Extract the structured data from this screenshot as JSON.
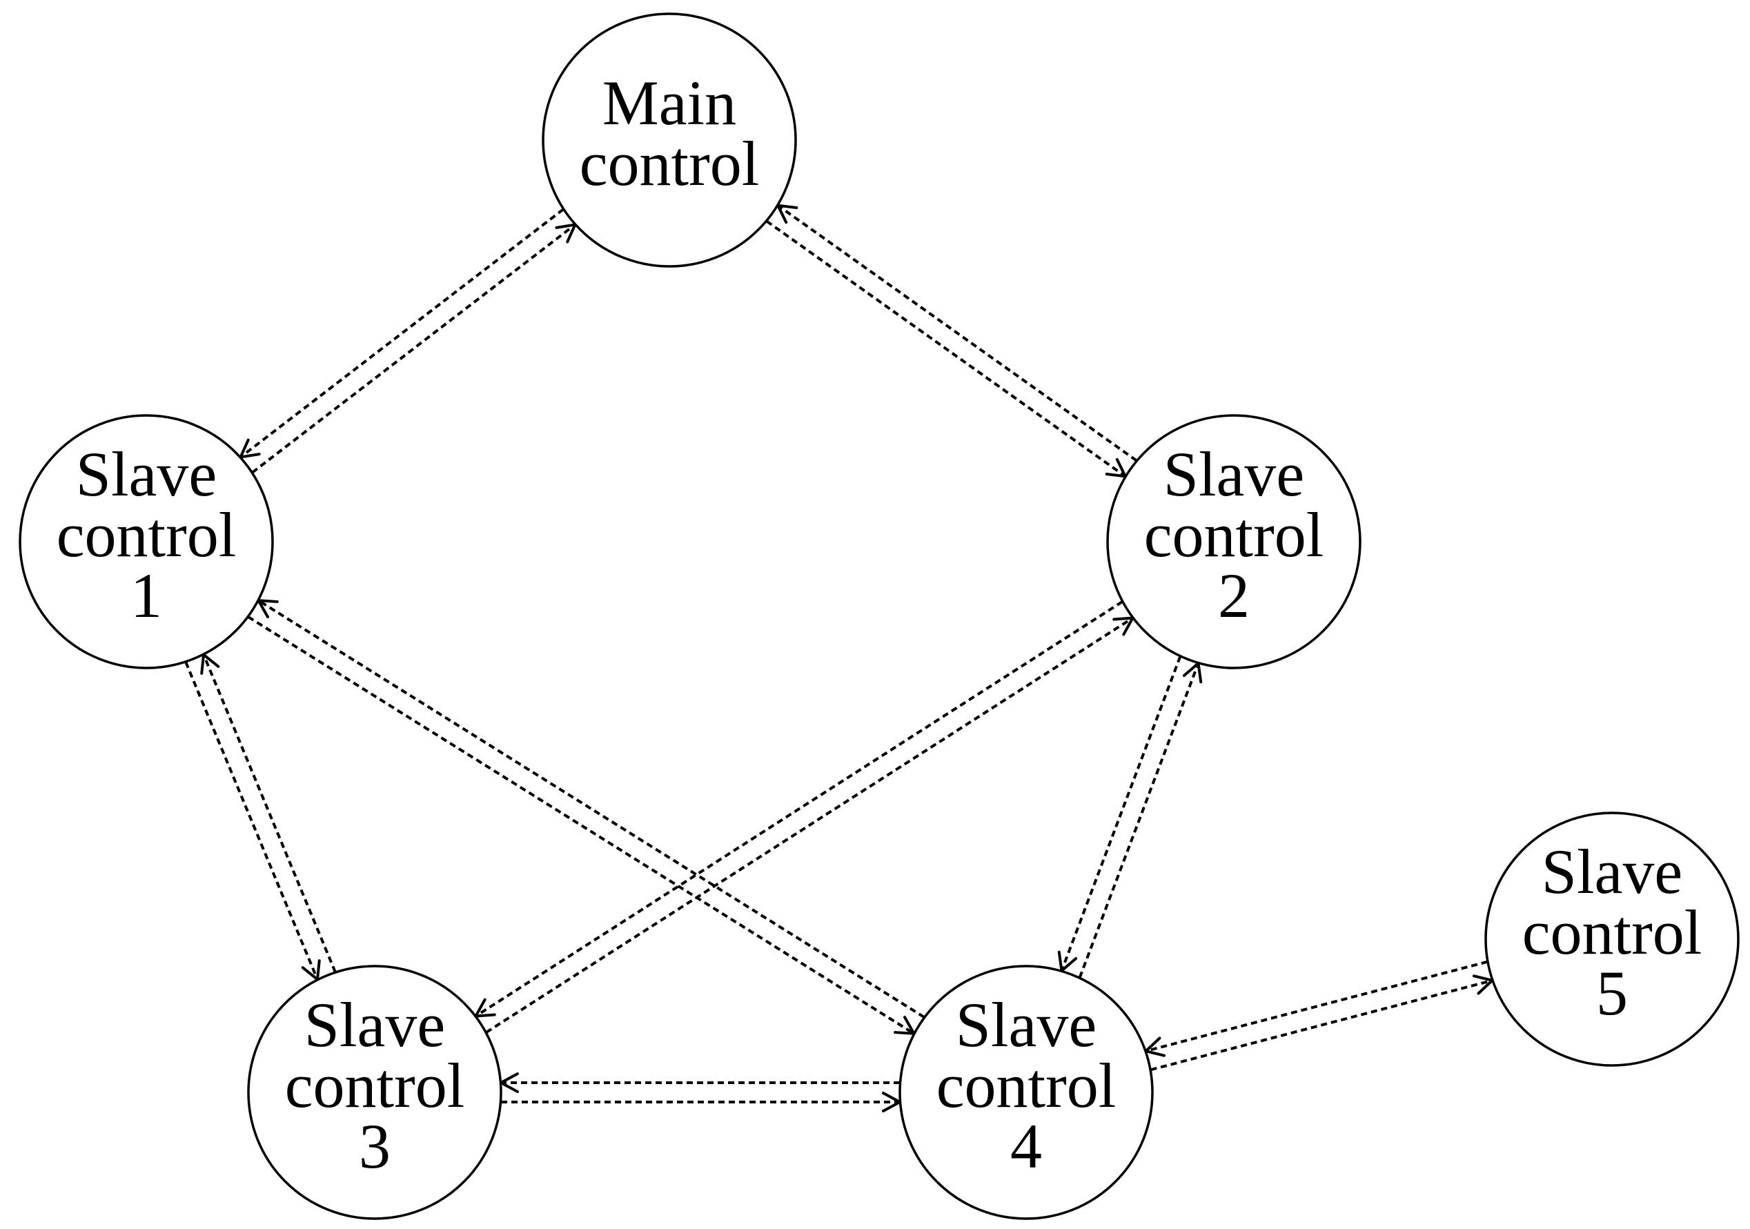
{
  "nodes": [
    {
      "id": "main",
      "lines": [
        "Main",
        "control"
      ]
    },
    {
      "id": "s1",
      "lines": [
        "Slave",
        "control",
        "1"
      ]
    },
    {
      "id": "s2",
      "lines": [
        "Slave",
        "control",
        "2"
      ]
    },
    {
      "id": "s3",
      "lines": [
        "Slave",
        "control",
        "3"
      ]
    },
    {
      "id": "s4",
      "lines": [
        "Slave",
        "control",
        "4"
      ]
    },
    {
      "id": "s5",
      "lines": [
        "Slave",
        "control",
        "5"
      ]
    }
  ],
  "links": [
    {
      "from": "s1",
      "to": "main"
    },
    {
      "from": "main",
      "to": "s1"
    },
    {
      "from": "main",
      "to": "s2"
    },
    {
      "from": "s2",
      "to": "main"
    },
    {
      "from": "s1",
      "to": "s3"
    },
    {
      "from": "s3",
      "to": "s1"
    },
    {
      "from": "s1",
      "to": "s4"
    },
    {
      "from": "s4",
      "to": "s1"
    },
    {
      "from": "s2",
      "to": "s3"
    },
    {
      "from": "s3",
      "to": "s2"
    },
    {
      "from": "s2",
      "to": "s4"
    },
    {
      "from": "s4",
      "to": "s2"
    },
    {
      "from": "s3",
      "to": "s4"
    },
    {
      "from": "s4",
      "to": "s3"
    },
    {
      "from": "s4",
      "to": "s5"
    },
    {
      "from": "s5",
      "to": "s4"
    }
  ]
}
